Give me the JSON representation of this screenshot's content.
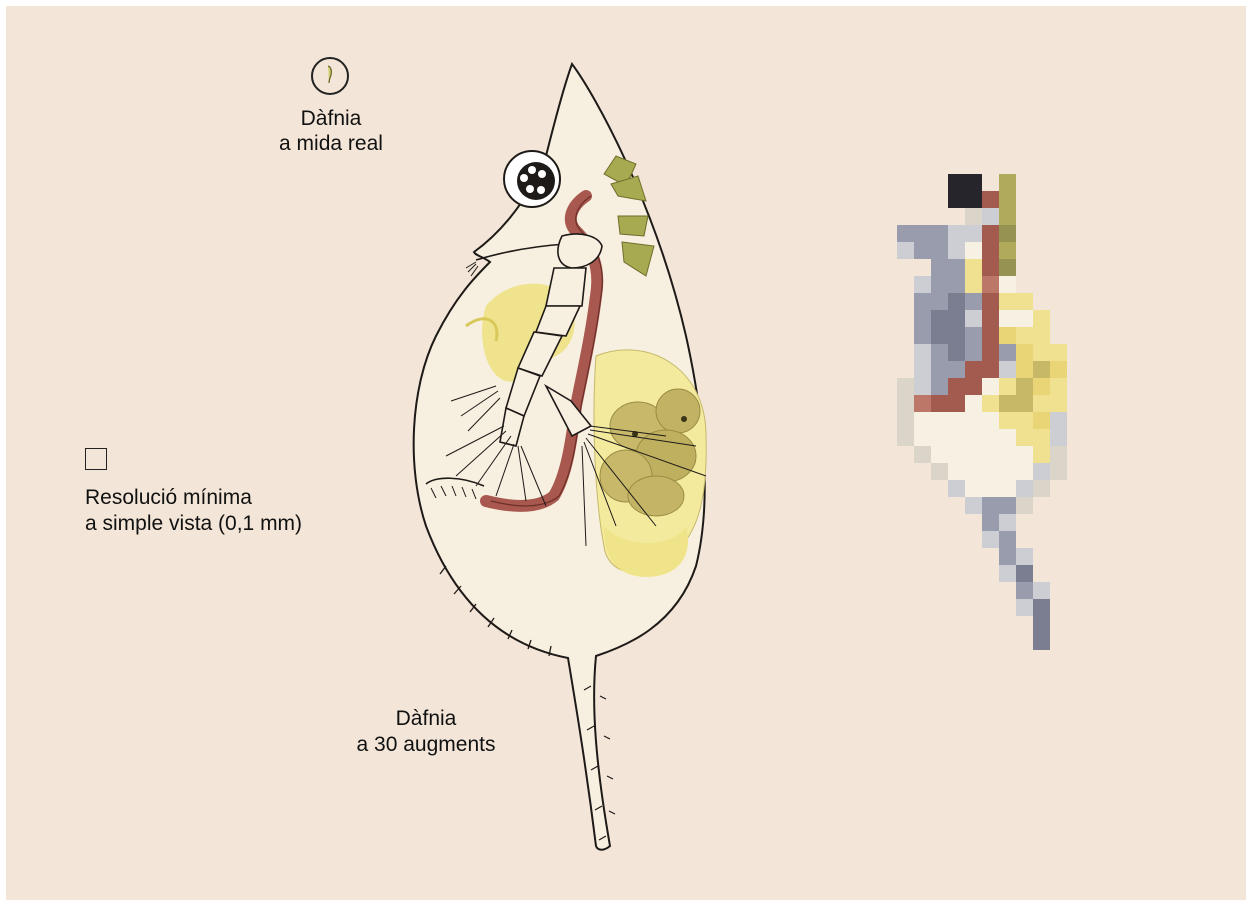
{
  "labels": {
    "real_size_title": "Dàfnia",
    "real_size_sub": "a mida real",
    "resolution_line1": "Resolució mínima",
    "resolution_line2": "a simple vista (0,1 mm)",
    "magnified_title": "Dàfnia",
    "magnified_sub": "a  30 augments"
  },
  "colors": {
    "background": "#f3e6d8",
    "outline": "#1e1a18",
    "gut": "#a8584e",
    "yellow_tissue": "#f0e48a",
    "egg": "#c7b86a",
    "antenna_green": "#a8aa52"
  }
}
